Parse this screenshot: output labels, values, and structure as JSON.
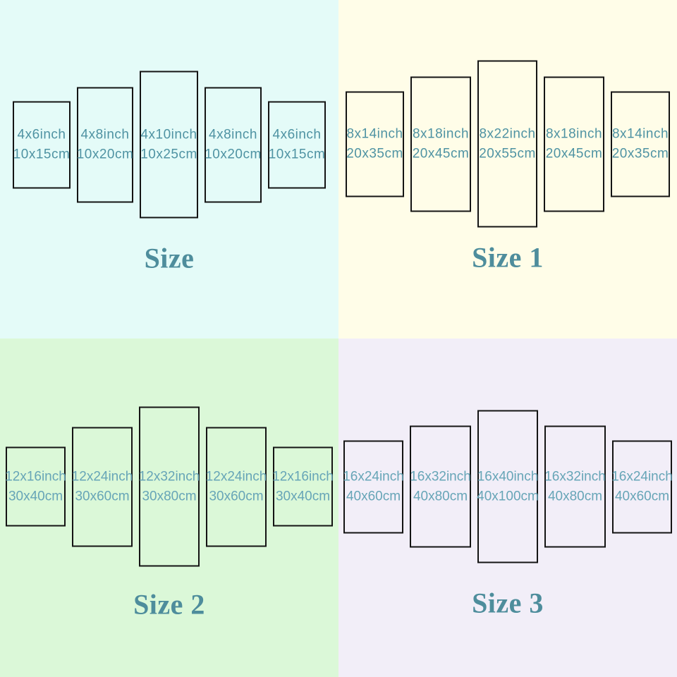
{
  "colors": {
    "panel_border": "#141414",
    "title_text": "#4e8d9c",
    "panel_text_top_quadrants": "#4f93a3",
    "panel_text_bottom_quadrants": "#67a5b7",
    "background_q0": "#e4fbf8",
    "background_q1": "#fffde8",
    "background_q2": "#dbf8d8",
    "background_q3": "#f2eef8"
  },
  "quadrants": [
    {
      "title": "Size",
      "background": "#e4fbf8",
      "panels": [
        {
          "inch": "4x6inch",
          "cm": "10x15cm"
        },
        {
          "inch": "4x8inch",
          "cm": "10x20cm"
        },
        {
          "inch": "4x10inch",
          "cm": "10x25cm"
        },
        {
          "inch": "4x8inch",
          "cm": "10x20cm"
        },
        {
          "inch": "4x6inch",
          "cm": "10x15cm"
        }
      ]
    },
    {
      "title": "Size 1",
      "background": "#fffde8",
      "panels": [
        {
          "inch": "8x14inch",
          "cm": "20x35cm"
        },
        {
          "inch": "8x18inch",
          "cm": "20x45cm"
        },
        {
          "inch": "8x22inch",
          "cm": "20x55cm"
        },
        {
          "inch": "8x18inch",
          "cm": "20x45cm"
        },
        {
          "inch": "8x14inch",
          "cm": "20x35cm"
        }
      ]
    },
    {
      "title": "Size 2",
      "background": "#dbf8d8",
      "panels": [
        {
          "inch": "12x16inch",
          "cm": "30x40cm"
        },
        {
          "inch": "12x24inch",
          "cm": "30x60cm"
        },
        {
          "inch": "12x32inch",
          "cm": "30x80cm"
        },
        {
          "inch": "12x24inch",
          "cm": "30x60cm"
        },
        {
          "inch": "12x16inch",
          "cm": "30x40cm"
        }
      ]
    },
    {
      "title": "Size 3",
      "background": "#f2eef8",
      "panels": [
        {
          "inch": "16x24inch",
          "cm": "40x60cm"
        },
        {
          "inch": "16x32inch",
          "cm": "40x80cm"
        },
        {
          "inch": "16x40inch",
          "cm": "40x100cm"
        },
        {
          "inch": "16x32inch",
          "cm": "40x80cm"
        },
        {
          "inch": "16x24inch",
          "cm": "40x60cm"
        }
      ]
    }
  ]
}
